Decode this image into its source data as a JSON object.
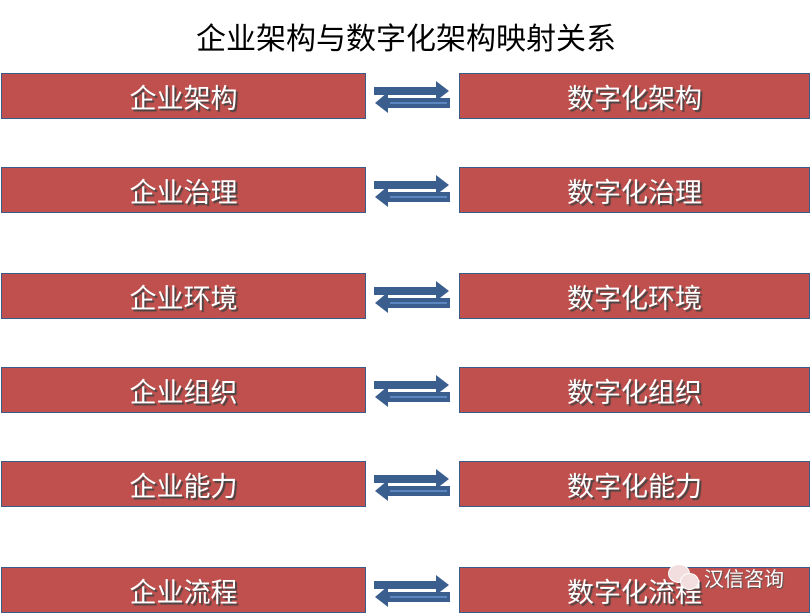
{
  "title": "企业架构与数字化架构映射关系",
  "rows": [
    {
      "left": "企业架构",
      "right": "数字化架构"
    },
    {
      "left": "企业治理",
      "right": "数字化治理"
    },
    {
      "left": "企业环境",
      "right": "数字化环境"
    },
    {
      "left": "企业组织",
      "right": "数字化组织"
    },
    {
      "left": "企业能力",
      "right": "数字化能力"
    },
    {
      "left": "企业流程",
      "right": "数字化流程"
    }
  ],
  "watermark": "汉信咨询",
  "colors": {
    "box_fill": "#c0504d",
    "box_border": "#385d8a",
    "arrow": "#3a5f8f"
  }
}
